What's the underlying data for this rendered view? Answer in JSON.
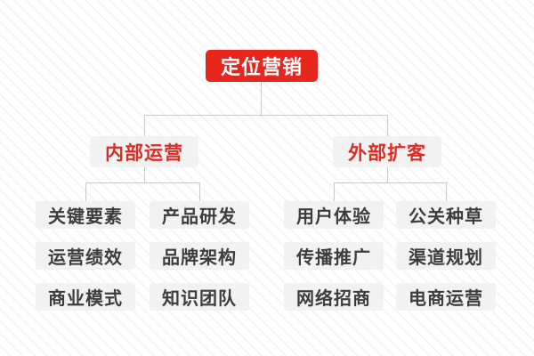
{
  "diagram": {
    "type": "mindmap-tree",
    "root": {
      "label": "定位营销"
    },
    "branches": [
      {
        "label": "内部运营",
        "children": [
          "关键要素",
          "产品研发",
          "运营绩效",
          "品牌架构",
          "商业模式",
          "知识团队"
        ]
      },
      {
        "label": "外部扩客",
        "children": [
          "用户体验",
          "公关种草",
          "传播推广",
          "渠道规划",
          "网络招商",
          "电商运营"
        ]
      }
    ]
  },
  "colors": {
    "root_bg": "#e7261e",
    "root_text": "#ffffff",
    "branch_text": "#e02b22",
    "node_bg": "#f2f2f2",
    "leaf_text": "#3d3d3d",
    "line": "#c9c9c9",
    "background_stripe": "#f3f3f3"
  }
}
